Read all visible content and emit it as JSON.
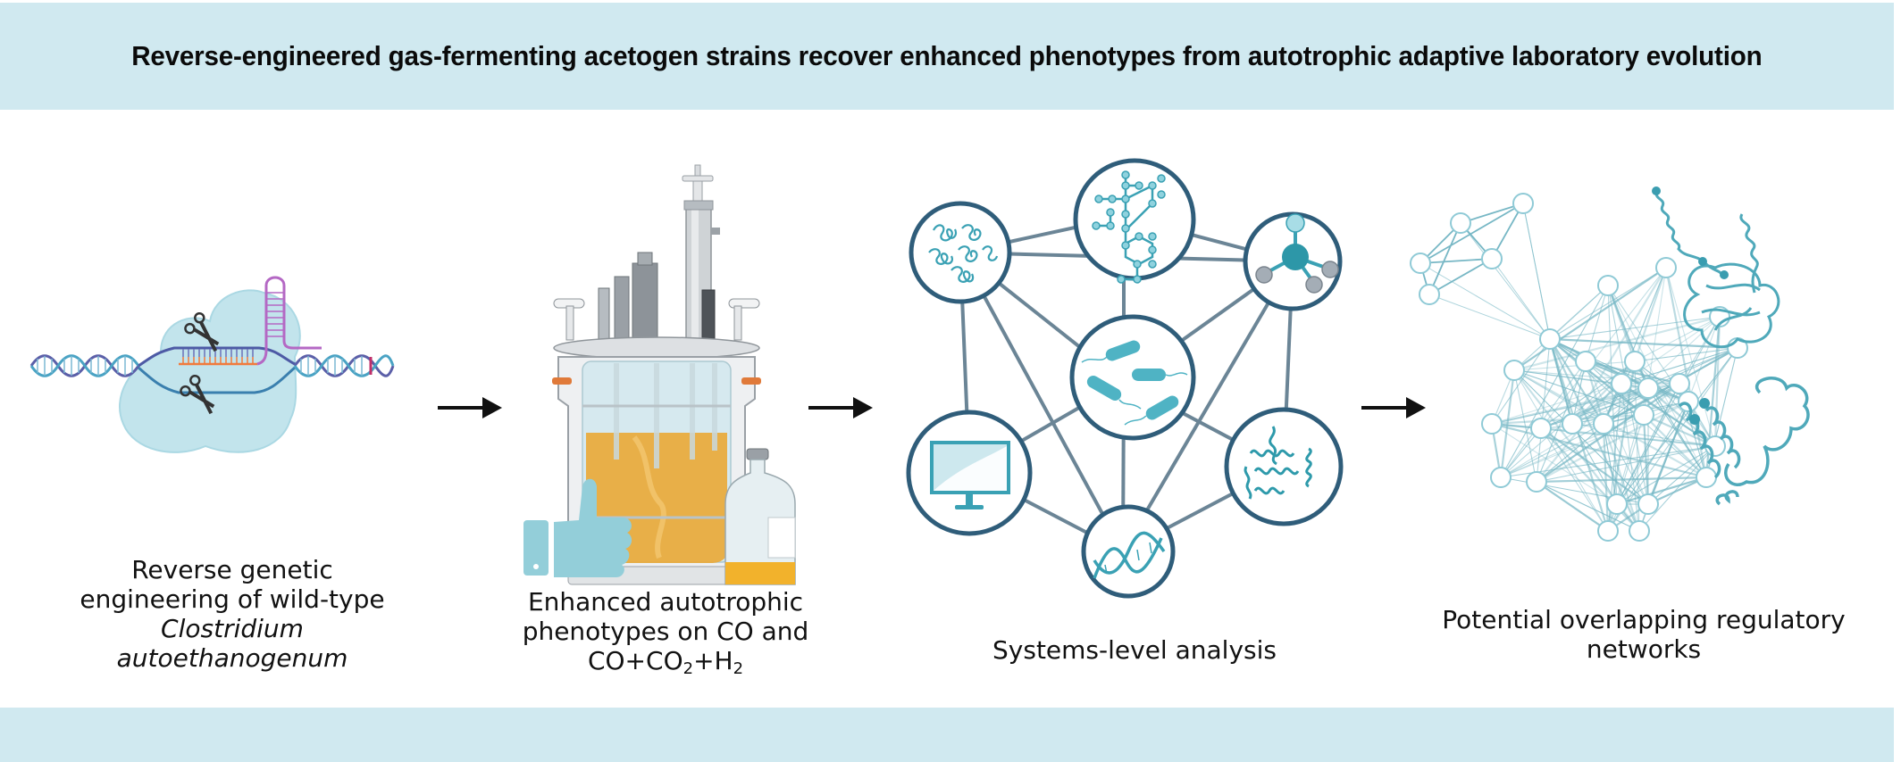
{
  "header": {
    "title": "Reverse-engineered gas-fermenting acetogen strains recover enhanced phenotypes from autotrophic adaptive laboratory evolution"
  },
  "colors": {
    "banner": "#d0e9f0",
    "circle_stroke": "#2f5d7a",
    "icon_teal": "#3aa1b4",
    "connector": "#6b8596",
    "medium_orange": "#e9a93a",
    "thumb_blue": "#93ced9",
    "crispr_purple": "#b468c4",
    "crispr_orange": "#f07a3c",
    "arrow": "#111111"
  },
  "panels": [
    {
      "id": "reverse-engineering",
      "illustration": "crispr-cas9-dna-editing",
      "caption_lines": [
        "Reverse genetic",
        "engineering of wild-type"
      ],
      "caption_italic_lines": [
        "Clostridium",
        "autoethanogenum"
      ]
    },
    {
      "id": "bioreactor",
      "illustration": "bioreactor-with-thumbs-up-and-media-bottle",
      "caption_lines": [
        "Enhanced autotrophic",
        "phenotypes on CO and"
      ],
      "caption_formula": {
        "co": "CO+CO",
        "sub1": "2",
        "plus_h": "+H",
        "sub2": "2"
      }
    },
    {
      "id": "systems-analysis",
      "illustration": "omics-network",
      "nodes": [
        "metabolite-pathway",
        "genome-chromatin",
        "molecule",
        "bacteria",
        "computer",
        "protein-structure",
        "dna-helix"
      ],
      "caption_lines": [
        "Systems-level analysis"
      ]
    },
    {
      "id": "regulatory-networks",
      "illustration": "network-graph-and-proteins",
      "caption_lines": [
        "Potential overlapping regulatory",
        "networks"
      ]
    }
  ],
  "arrows": [
    "arrow-right",
    "arrow-right",
    "arrow-right"
  ]
}
